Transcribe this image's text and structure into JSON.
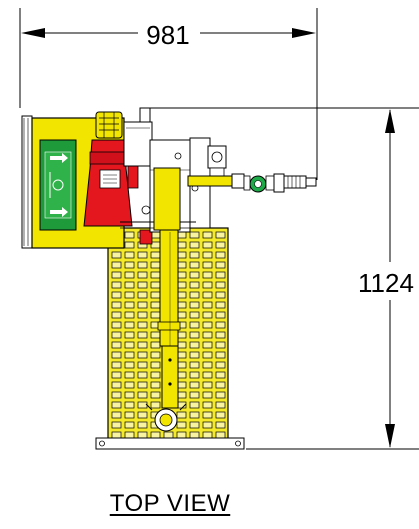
{
  "drawing": {
    "view_title": "TOP VIEW",
    "dimensions": {
      "width_value": "981",
      "height_value": "1124"
    }
  },
  "colors": {
    "safety_yellow": "#f2e600",
    "grating_yellow": "#f4ea2a",
    "beacon_red": "#e4161e",
    "exit_sign_green": "#1f9a3a",
    "valve_green": "#1faa4a",
    "line_black": "#000000"
  }
}
